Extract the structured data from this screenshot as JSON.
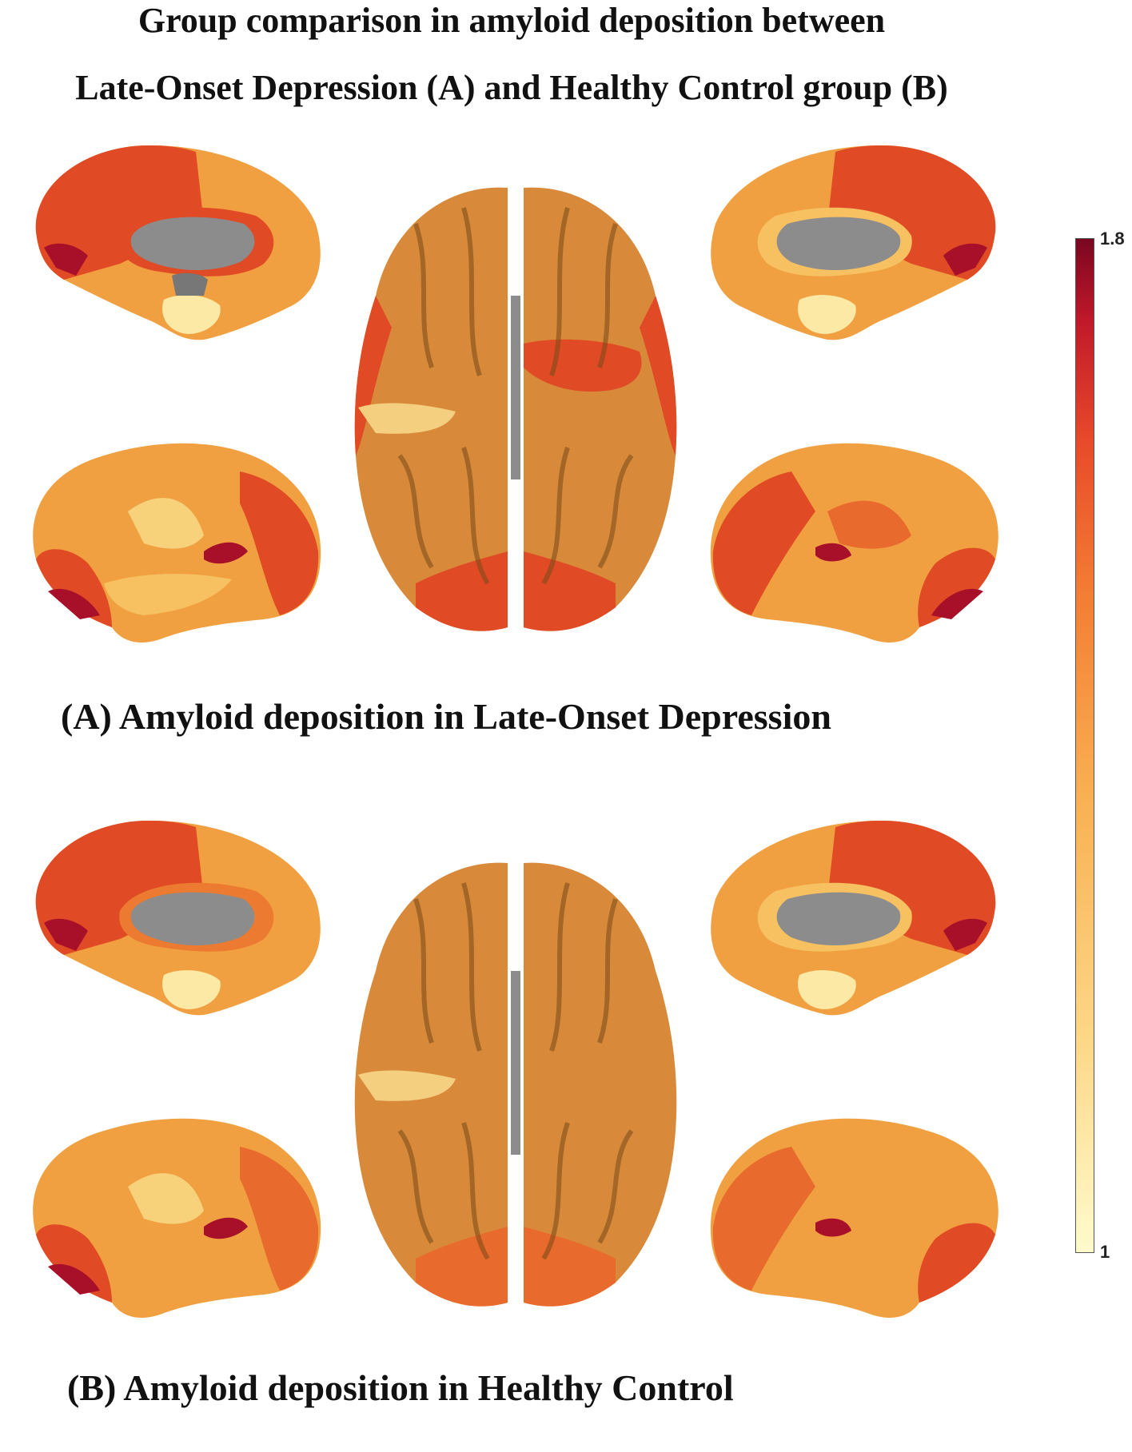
{
  "title_line1": "Group comparison in amyloid deposition between",
  "title_line2": "Late-Onset Depression (A) and Healthy Control group (B)",
  "panels": [
    {
      "label": "(A) Amyloid deposition in Late-Onset Depression"
    },
    {
      "label": "(B) Amyloid deposition in Healthy Control"
    }
  ],
  "colorbar": {
    "max_label": "1.8",
    "min_label": "1",
    "min": 1,
    "max": 1.8,
    "colormap": [
      "#fffbcc",
      "#fdd98a",
      "#f9b052",
      "#f37d34",
      "#e84a2a",
      "#c0182a",
      "#7a0620"
    ]
  },
  "colors": {
    "light": "#f7d27a",
    "orange": "#f0a040",
    "deep_orange": "#ec7a30",
    "red": "#e04a24",
    "dark_red": "#a8102a",
    "gray_subcortical": "#8c8c8c",
    "temporal_pole": "#fde9a6"
  }
}
